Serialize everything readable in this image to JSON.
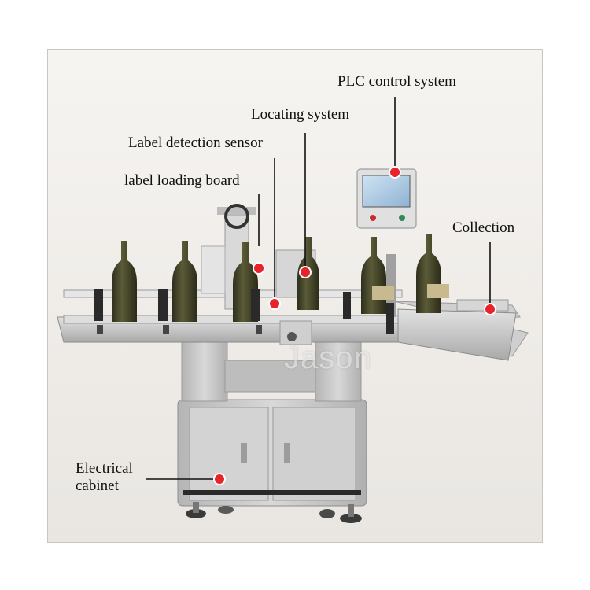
{
  "photo": {
    "watermark": "Jason",
    "callouts": {
      "plc_control_system": "PLC control system",
      "locating_system": "Locating system",
      "label_detection_sensor": "Label detection sensor",
      "label_loading_board": "label loading board",
      "collection": "Collection",
      "electrical_cabinet_line1": "Electrical",
      "electrical_cabinet_line2": "cabinet"
    },
    "colors": {
      "marker": "#e8232b",
      "leader_line": "#111111",
      "steel": "#c9c9c9",
      "bottle": "#4a4a2c"
    }
  }
}
